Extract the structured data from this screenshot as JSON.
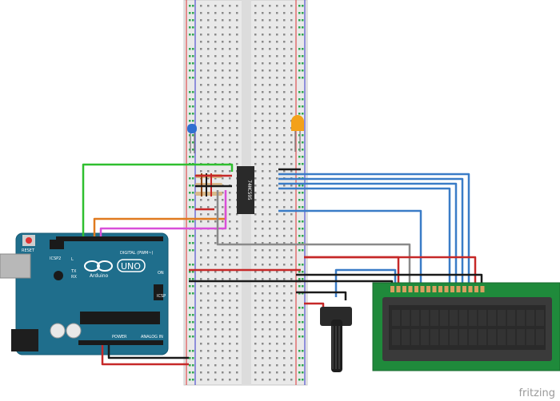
{
  "watermark": "fritzing",
  "arduino": {
    "reset_label": "RESET",
    "icsp2_label": "ICSP2",
    "brand_label": "Arduino",
    "model_label": "UNO",
    "tx_label": "TX",
    "rx_label": "RX",
    "on_label": "ON",
    "l_label": "L",
    "digital_label": "DIGITAL (PWM~)",
    "icsp_label": "ICSP",
    "power_label": "POWER",
    "analog_label": "ANALOG IN"
  },
  "shift_register": {
    "label": "74HC595"
  },
  "colors": {
    "arduino_board": "#1f6e8c",
    "breadboard": "#e9e9e9",
    "lcd_pcb": "#1f8a3b",
    "lcd_screen": "#2d2d2d",
    "wire_blue": "#3a7cc7",
    "wire_red": "#c62828",
    "wire_black": "#1a1a1a",
    "wire_green": "#2fbf2f",
    "wire_orange": "#e07a1f",
    "wire_magenta": "#d94fd9",
    "wire_gray": "#8a8a8a"
  }
}
